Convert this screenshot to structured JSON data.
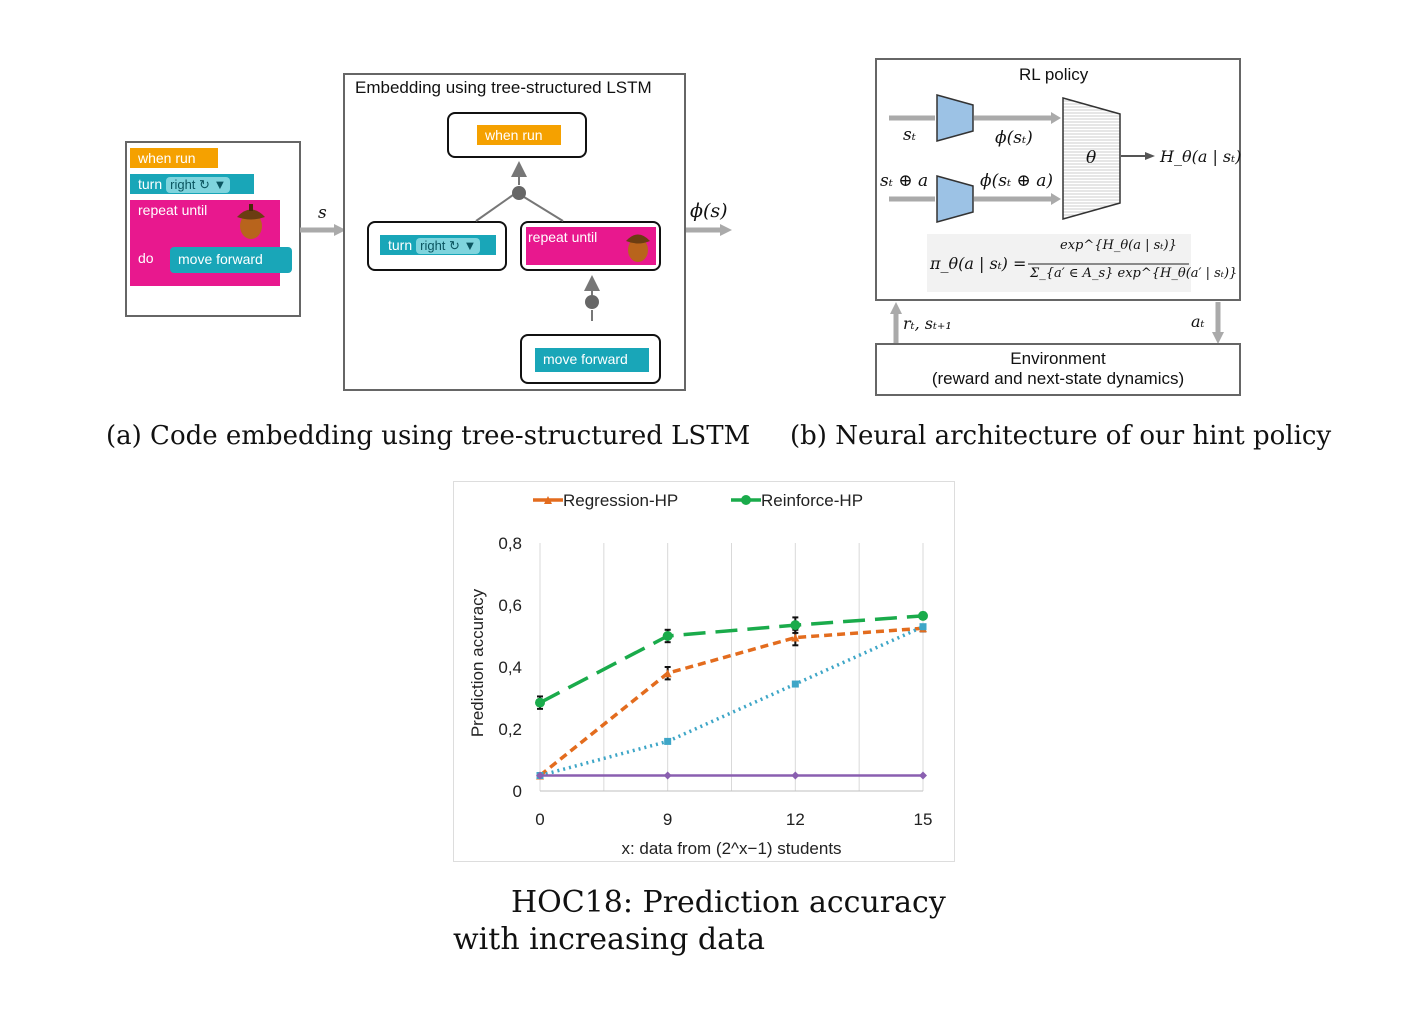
{
  "fig_a": {
    "program": {
      "when_run": "when run",
      "turn": "turn",
      "right": "right ↻ ▼",
      "repeat_until": "repeat until",
      "do": "do",
      "move_forward": "move forward"
    },
    "edge_label_s": "s",
    "box_title": "Embedding using tree-structured LSTM",
    "tree": {
      "root": "when run",
      "left_turn": "turn",
      "left_right": "right ↻ ▼",
      "right_repeat": "repeat until",
      "leaf": "move forward"
    },
    "output_label": "ϕ(s)",
    "caption": "(a) Code embedding using tree-structured LSTM"
  },
  "fig_b": {
    "title": "RL policy",
    "in1": "sₜ",
    "in2": "sₜ ⊕ a",
    "phi1": "ϕ(sₜ)",
    "phi2": "ϕ(sₜ ⊕ a)",
    "theta": "θ",
    "out": "H_θ(a | sₜ)",
    "formula_lhs": "π_θ(a | sₜ) =",
    "formula_num": "exp^{H_θ(a | sₜ)}",
    "formula_den": "Σ_{a′ ∈ A_s} exp^{H_θ(a′ | sₜ)}",
    "feedback": "rₜ, sₜ₊₁",
    "action": "aₜ",
    "env_line1": "Environment",
    "env_line2": "(reward and next-state dynamics)",
    "caption": "(b) Neural architecture of our hint policy"
  },
  "chart_data": {
    "type": "line",
    "title": "",
    "xlabel": "x: data from (2^x−1) students",
    "ylabel": "Prediction accuracy",
    "x": [
      0,
      9,
      12,
      15
    ],
    "x_tick_labels": [
      "0",
      "9",
      "12",
      "15"
    ],
    "y_tick_labels": [
      "0",
      "0,2",
      "0,4",
      "0,6",
      "0,8"
    ],
    "ylim": [
      0,
      0.8
    ],
    "grid": "vertical",
    "legend_position": "top",
    "series": [
      {
        "name": "Regression-HP",
        "color": "#e36c1e",
        "dash": "8,5",
        "marker": "triangle",
        "values": [
          0.05,
          0.38,
          0.495,
          0.525
        ],
        "err": [
          0,
          0.02,
          0.025,
          0.01
        ]
      },
      {
        "name": "Reinforce-HP",
        "color": "#1aab4b",
        "dash": "22,10",
        "marker": "circle",
        "values": [
          0.285,
          0.5,
          0.535,
          0.565
        ],
        "err": [
          0.02,
          0.02,
          0.025,
          0.01
        ]
      },
      {
        "name": "",
        "color": "#3ea6c7",
        "dash": "2,4",
        "marker": "square",
        "values": [
          0.05,
          0.16,
          0.345,
          0.53
        ],
        "err": [
          0,
          0,
          0,
          0
        ]
      },
      {
        "name": "",
        "color": "#8a5fb0",
        "dash": "",
        "marker": "diamond",
        "values": [
          0.05,
          0.05,
          0.05,
          0.05
        ],
        "err": [
          0,
          0,
          0,
          0
        ]
      }
    ],
    "caption_line1": "HOC18: Prediction accuracy",
    "caption_line2": "with increasing data"
  }
}
